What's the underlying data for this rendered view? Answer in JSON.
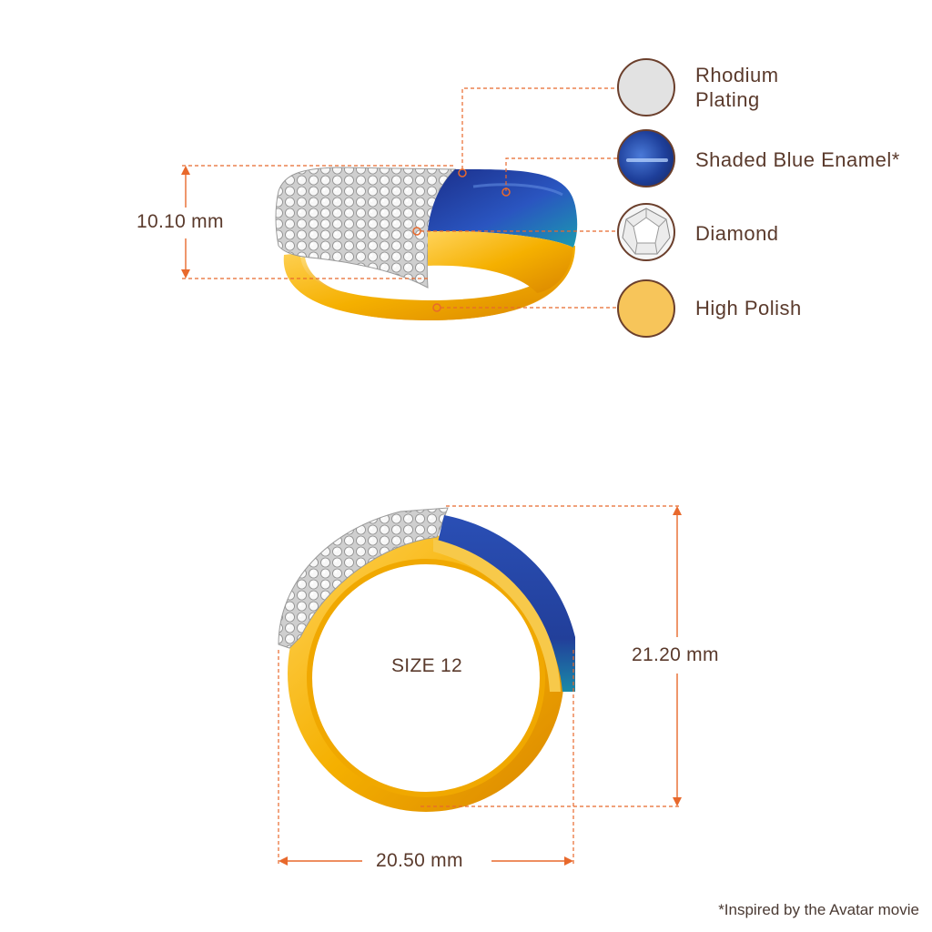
{
  "legend": {
    "items": [
      {
        "label": "Rhodium\nPlating",
        "icon": "rhodium-plating-swatch",
        "color": "#e2e2e2"
      },
      {
        "label": "Shaded Blue Enamel*",
        "icon": "blue-enamel-swatch",
        "color": "#1e3f9a"
      },
      {
        "label": "Diamond",
        "icon": "diamond-swatch",
        "color": "#f2f2f2"
      },
      {
        "label": "High Polish",
        "icon": "high-polish-swatch",
        "color": "#f7c55a"
      }
    ]
  },
  "dimensions": {
    "height_top": "10.10 mm",
    "size_label": "SIZE 12",
    "outer_height": "21.20 mm",
    "outer_width": "20.50 mm"
  },
  "footnote": "*Inspired by the Avatar movie",
  "colors": {
    "guide_line": "#e8692c",
    "gold": "#f5b800",
    "gold_dark": "#d78a00",
    "enamel": "#1e3f9a",
    "enamel_teal": "#1a86a8",
    "text": "#5a3a2c"
  }
}
